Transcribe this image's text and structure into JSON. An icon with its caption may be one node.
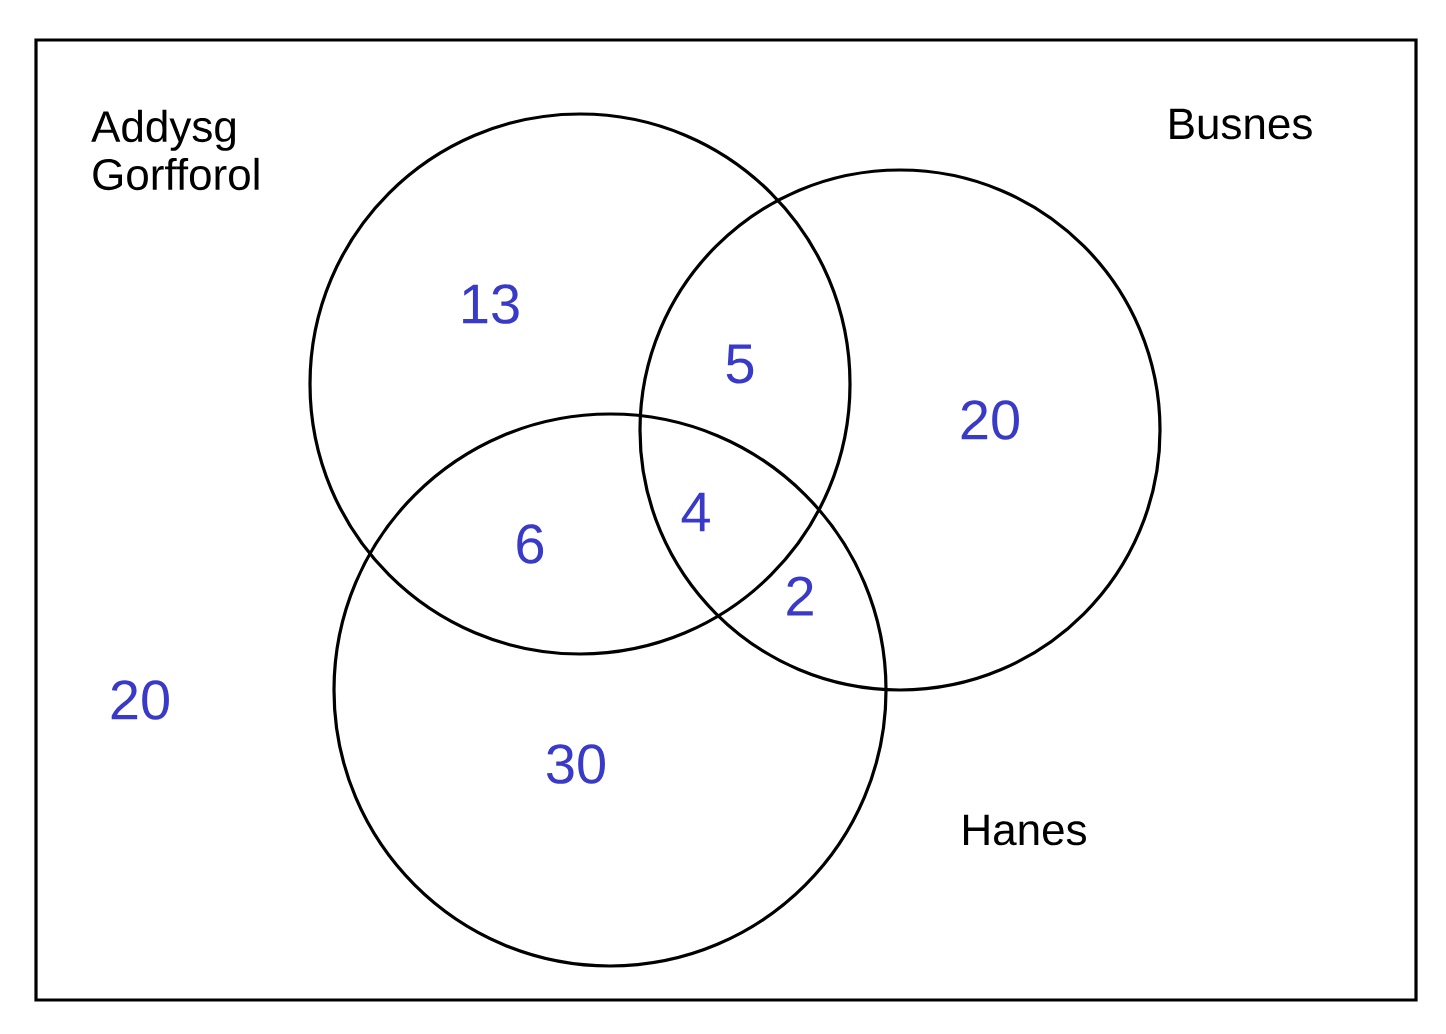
{
  "diagram": {
    "nodes": [
      {
        "text": [],
        "shape": "box"
      },
      {
        "text": [
          "Addysg Gorfforol"
        ],
        "in": 0
      },
      {
        "text": [
          "Busnes"
        ],
        "in": 0
      },
      {
        "text": [
          "Hanes"
        ],
        "in": 0
      }
    ],
    "edges": [],
    "labels": [
      "13",
      "5",
      "20",
      "4",
      "6",
      "2",
      "20",
      "30"
    ]
  }
}
